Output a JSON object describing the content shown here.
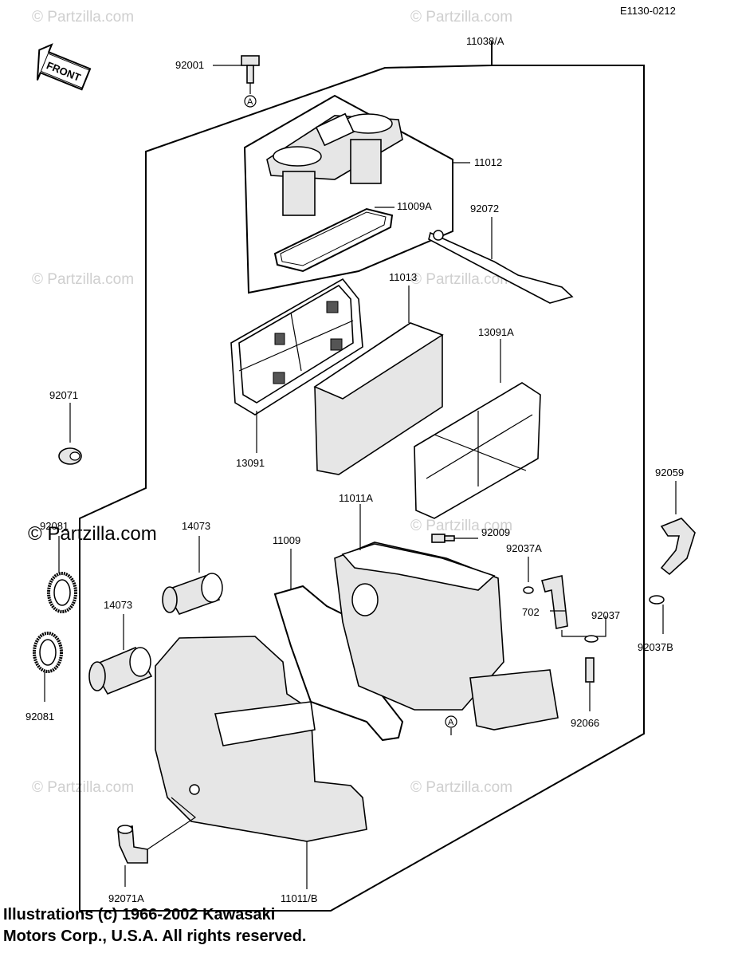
{
  "drawing_code": "E1130-0212",
  "front_label": "FRONT",
  "watermark": "© Partzilla.com",
  "ref_mark": "A",
  "part_labels": {
    "p_11038A": "11038/A",
    "p_92001": "92001",
    "p_11012": "11012",
    "p_11009A": "11009A",
    "p_92072": "92072",
    "p_11013": "11013",
    "p_13091A": "13091A",
    "p_92071": "92071",
    "p_13091": "13091",
    "p_92059": "92059",
    "p_11011A": "11011A",
    "p_92081_top": "92081",
    "p_14073_top": "14073",
    "p_11009": "11009",
    "p_92009": "92009",
    "p_92037A": "92037A",
    "p_702": "702",
    "p_92037": "92037",
    "p_92037B": "92037B",
    "p_14073_bottom": "14073",
    "p_92081_bottom": "92081",
    "p_92066": "92066",
    "p_92071A": "92071A",
    "p_11011B": "11011/B"
  },
  "copyright": {
    "line1": "Illustrations (c) 1966-2002 Kawasaki",
    "line2": "Motors Corp., U.S.A.  All rights reserved."
  },
  "colors": {
    "line": "#000000",
    "watermark": "#cfcfcf",
    "part_fill": "#e6e6e6"
  }
}
